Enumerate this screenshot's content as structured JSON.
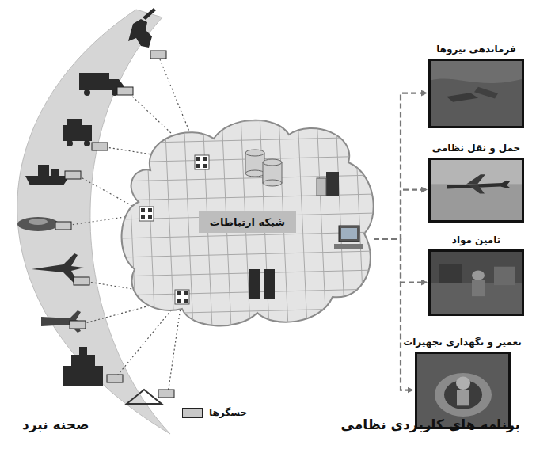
{
  "diagram": {
    "nodes": [
      {
        "text": [
          "شبکه ارتباطات"
        ]
      },
      {
        "text": [
          "فرماندهی نیروها"
        ]
      },
      {
        "text": [
          "حمل و نقل نظامی"
        ]
      },
      {
        "text": [
          "تامین مواد"
        ]
      },
      {
        "text": [
          "تعمیر و نگهداری تجهیزات"
        ]
      }
    ],
    "edges": [
      {
        "from": 0,
        "to": 1,
        "arrow": "to"
      },
      {
        "from": 0,
        "to": 2,
        "arrow": "to"
      },
      {
        "from": 0,
        "to": 3,
        "arrow": "to"
      },
      {
        "from": 0,
        "to": 4,
        "arrow": "to"
      }
    ],
    "labels": [
      "صحنه نبرد",
      "برنامه های کاربردی نظامی"
    ],
    "legend": [
      {
        "text": "حسگرها",
        "color": "#c8c8c8"
      }
    ]
  }
}
